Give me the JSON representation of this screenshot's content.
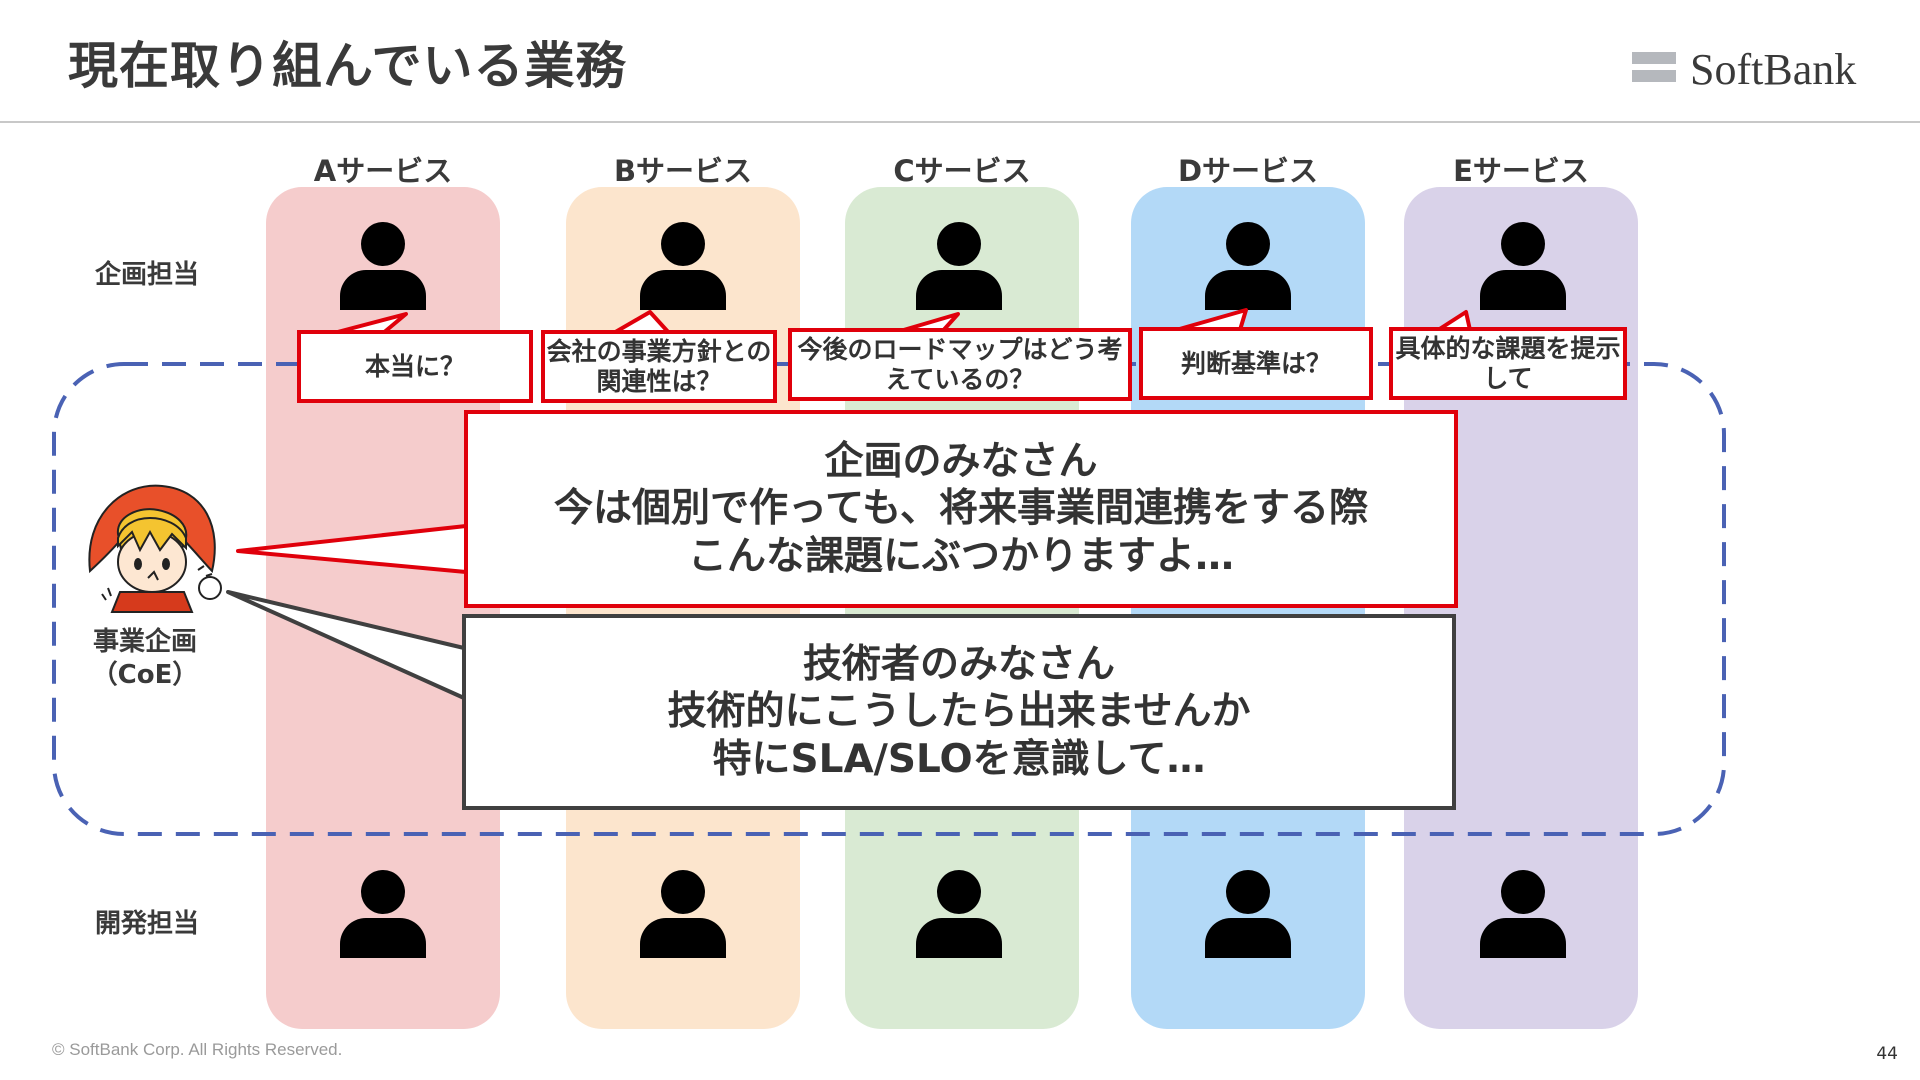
{
  "header": {
    "title": "現在取り組んでいる業務",
    "logo_text": "SoftBank"
  },
  "services": [
    {
      "name": "Aサービス",
      "color": "#f5cccc"
    },
    {
      "name": "Bサービス",
      "color": "#fce5cd"
    },
    {
      "name": "Cサービス",
      "color": "#d9ead3"
    },
    {
      "name": "Dサービス",
      "color": "#b3d9f7"
    },
    {
      "name": "Eサービス",
      "color": "#d9d2e9"
    }
  ],
  "rows": {
    "planning": "企画担当",
    "development": "開発担当"
  },
  "coe": {
    "label_line1": "事業企画",
    "label_line2": "（CoE）"
  },
  "questions": [
    {
      "text": "本当に？"
    },
    {
      "text": "会社の事業方針との関連性は？"
    },
    {
      "text": "今後のロードマップはどう考えているの？"
    },
    {
      "text": "判断基準は？"
    },
    {
      "text": "具体的な課題を提示して"
    }
  ],
  "messages": {
    "planners": "企画のみなさん\n今は個別で作っても、将来事業間連携をする際\nこんな課題にぶつかりますよ…",
    "engineers": "技術者のみなさん\n技術的にこうしたら出来ませんか\n特にSLA/SLOを意識して…"
  },
  "footer": {
    "copyright": "© SoftBank Corp. All Rights Reserved.",
    "page_number": "44"
  },
  "colors": {
    "accent_red": "#e0000b",
    "dashed_blue": "#4a62b4",
    "dark_border": "#404040"
  }
}
